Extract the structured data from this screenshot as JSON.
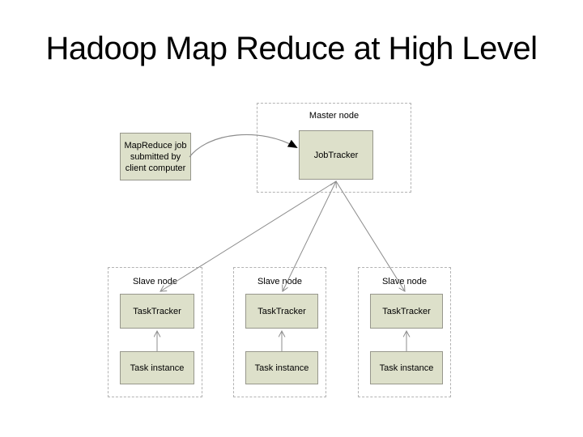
{
  "slide": {
    "title": "Hadoop Map Reduce at High Level"
  },
  "diagram": {
    "master": {
      "label": "Master node",
      "tracker": "JobTracker"
    },
    "client": {
      "lines": [
        "MapReduce job",
        "submitted by",
        "client computer"
      ]
    },
    "slaves": [
      {
        "label": "Slave node",
        "tracker": "TaskTracker",
        "instance": "Task instance"
      },
      {
        "label": "Slave node",
        "tracker": "TaskTracker",
        "instance": "Task instance"
      },
      {
        "label": "Slave node",
        "tracker": "TaskTracker",
        "instance": "Task instance"
      }
    ],
    "colors": {
      "node_fill": "#dde0ca",
      "node_border": "#97978c",
      "dashed_border": "#b3b3b3",
      "connector": "#8c8c8c",
      "submit_arrowhead": "#000000",
      "title_text": "#000000",
      "background": "#ffffff"
    }
  }
}
